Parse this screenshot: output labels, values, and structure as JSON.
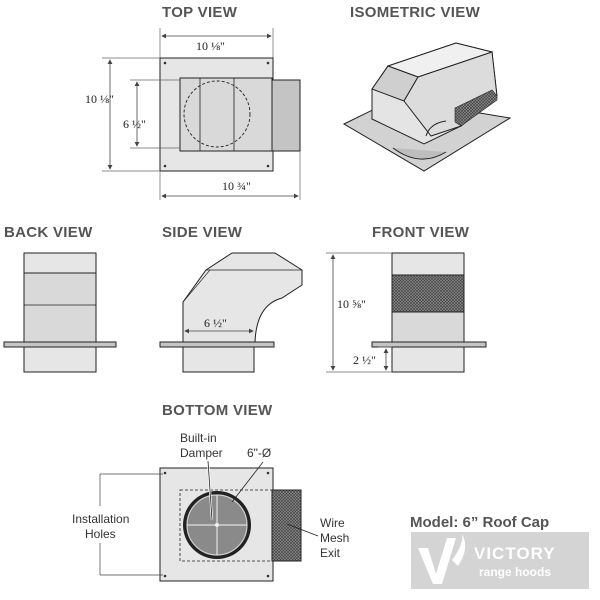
{
  "views": {
    "top": "TOP VIEW",
    "isometric": "ISOMETRIC VIEW",
    "back": "BACK VIEW",
    "side": "SIDE VIEW",
    "front": "FRONT VIEW",
    "bottom": "BOTTOM VIEW"
  },
  "dimensions": {
    "top_width": "10 ⅛\"",
    "top_height": "10 ⅛\"",
    "top_inner": "6 ½\"",
    "top_overall": "10 ¾\"",
    "side_opening": "6 ½\"",
    "front_height": "10 ⅝\"",
    "front_collar": "2 ½\""
  },
  "labels": {
    "damper_line1": "Built-in",
    "damper_line2": "Damper",
    "diameter": "6\"-Ø",
    "holes_line1": "Installation",
    "holes_line2": "Holes",
    "mesh_line1": "Wire",
    "mesh_line2": "Mesh",
    "mesh_line3": "Exit"
  },
  "model": "Model: 6” Roof Cap",
  "brand": {
    "name": "VICTORY",
    "tagline": "range hoods"
  }
}
